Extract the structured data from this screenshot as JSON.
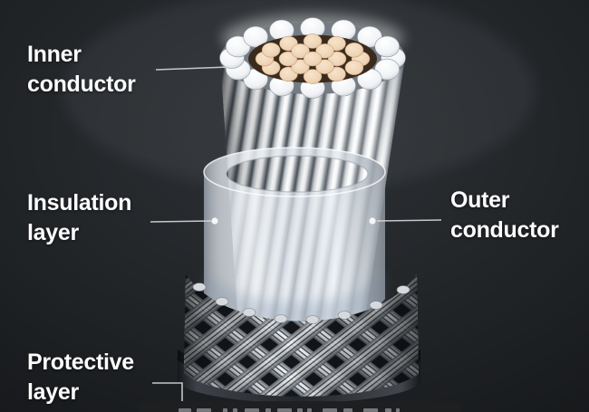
{
  "scene": {
    "subject": "coaxial-cable-cutaway",
    "background_color": "#1d2023",
    "label_text_color": "#ffffff"
  },
  "labels": {
    "inner_conductor": {
      "text": "Inner\nconductor"
    },
    "insulation_layer": {
      "text": "Insulation\nlayer"
    },
    "outer_conductor": {
      "text": "Outer\nconductor"
    },
    "protective_layer": {
      "text": "Protective\nlayer"
    }
  },
  "illustration_colors": {
    "silver_strand": "#eef1f4",
    "copper_strand": "#eed3b5",
    "strand_core_backing": "#3b2b1d",
    "insulation": "#dfe5ec",
    "braid": "#d9dce0",
    "jacket": "#26292d",
    "leader_line": "#d5d9dd"
  }
}
